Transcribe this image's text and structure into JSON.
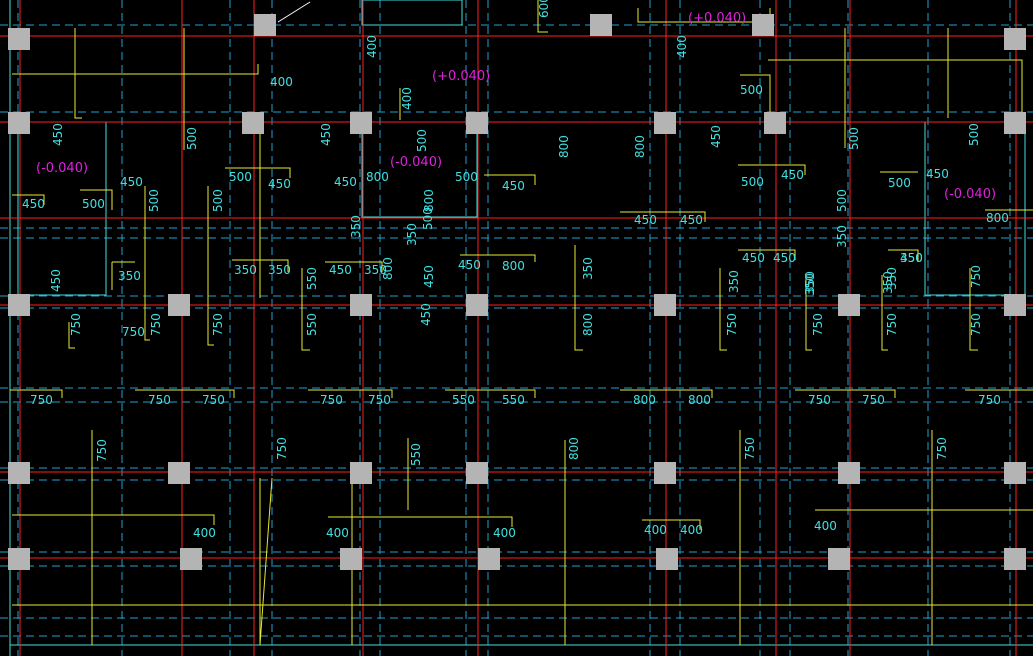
{
  "colors": {
    "background": "#000000",
    "axis": "#ff2020",
    "beam": "#e8e830",
    "dashed": "#1f9fd0",
    "column": "#b4b4b4",
    "text_dim": "#40e0e0",
    "text_level": "#e020e0"
  },
  "elevations": [
    "(+0.040)",
    "(+0.040)",
    "(-0.040)",
    "(-0.040)",
    "(-0.040)"
  ],
  "dimensions": [
    "600",
    "400",
    "400",
    "400",
    "400",
    "500",
    "450",
    "800",
    "800",
    "450",
    "500",
    "450",
    "500",
    "450",
    "500",
    "500",
    "450",
    "500",
    "450",
    "500",
    "800",
    "450",
    "500",
    "450",
    "500",
    "450",
    "450",
    "500",
    "500",
    "500",
    "800",
    "450",
    "500",
    "500",
    "450",
    "350",
    "350",
    "800",
    "450",
    "350",
    "350",
    "450",
    "350",
    "450",
    "350",
    "350",
    "800",
    "350",
    "450",
    "450",
    "550",
    "450",
    "450",
    "350",
    "350",
    "450",
    "750",
    "750",
    "750",
    "750",
    "550",
    "800",
    "750",
    "750",
    "750",
    "750",
    "750",
    "750",
    "750",
    "750",
    "750",
    "550",
    "550",
    "800",
    "800",
    "750",
    "750",
    "750",
    "750",
    "750",
    "550",
    "800",
    "750",
    "750",
    "400",
    "400",
    "400",
    "400",
    "400",
    "400",
    "350",
    "750",
    "800",
    "350",
    "350",
    "350",
    "350"
  ]
}
